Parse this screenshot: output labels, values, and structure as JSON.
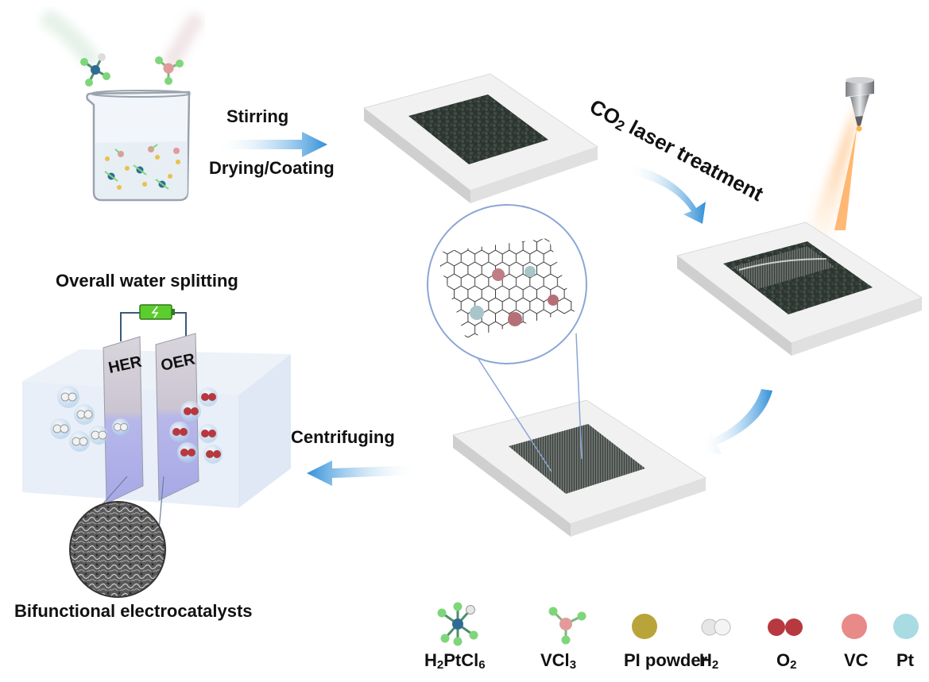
{
  "steps": {
    "stirring": "Stirring",
    "drying_coating": "Drying/Coating",
    "laser_prefix": "CO",
    "laser_sub": "2",
    "laser_suffix": " laser treatment",
    "centrifuging": "Centrifuging"
  },
  "application": {
    "title": "Overall water splitting",
    "her": "HER",
    "oer": "OER",
    "caption": "Bifunctional electrocatalysts"
  },
  "legend": [
    {
      "id": "h2ptcl6",
      "parts": [
        [
          "H",
          ""
        ],
        [
          "2",
          "sub"
        ],
        [
          "PtCl",
          ""
        ],
        [
          "6",
          "sub"
        ]
      ],
      "color": "#2f6b94"
    },
    {
      "id": "vcl3",
      "parts": [
        [
          "VCl",
          ""
        ],
        [
          "3",
          "sub"
        ]
      ],
      "color": "#e39a9a"
    },
    {
      "id": "pi-powder",
      "parts": [
        [
          "PI powder",
          ""
        ]
      ],
      "color": "#b9a43a"
    },
    {
      "id": "h2",
      "parts": [
        [
          "H",
          ""
        ],
        [
          "2",
          "sub"
        ]
      ],
      "color": "#e6e6e6"
    },
    {
      "id": "o2",
      "parts": [
        [
          "O",
          ""
        ],
        [
          "2",
          "sub"
        ]
      ],
      "color": "#b8383f"
    },
    {
      "id": "vc",
      "parts": [
        [
          "VC",
          ""
        ]
      ],
      "color": "#e88a88"
    },
    {
      "id": "pt",
      "parts": [
        [
          "Pt",
          ""
        ]
      ],
      "color": "#a9dbe3"
    }
  ],
  "colors": {
    "arrow": "#2f8fd8",
    "substrate": "#ececec",
    "powder": "#2f3a33",
    "battery": "#5ccd2e",
    "laser": "#f2a25a",
    "zoom_line": "#8aa6d6"
  }
}
